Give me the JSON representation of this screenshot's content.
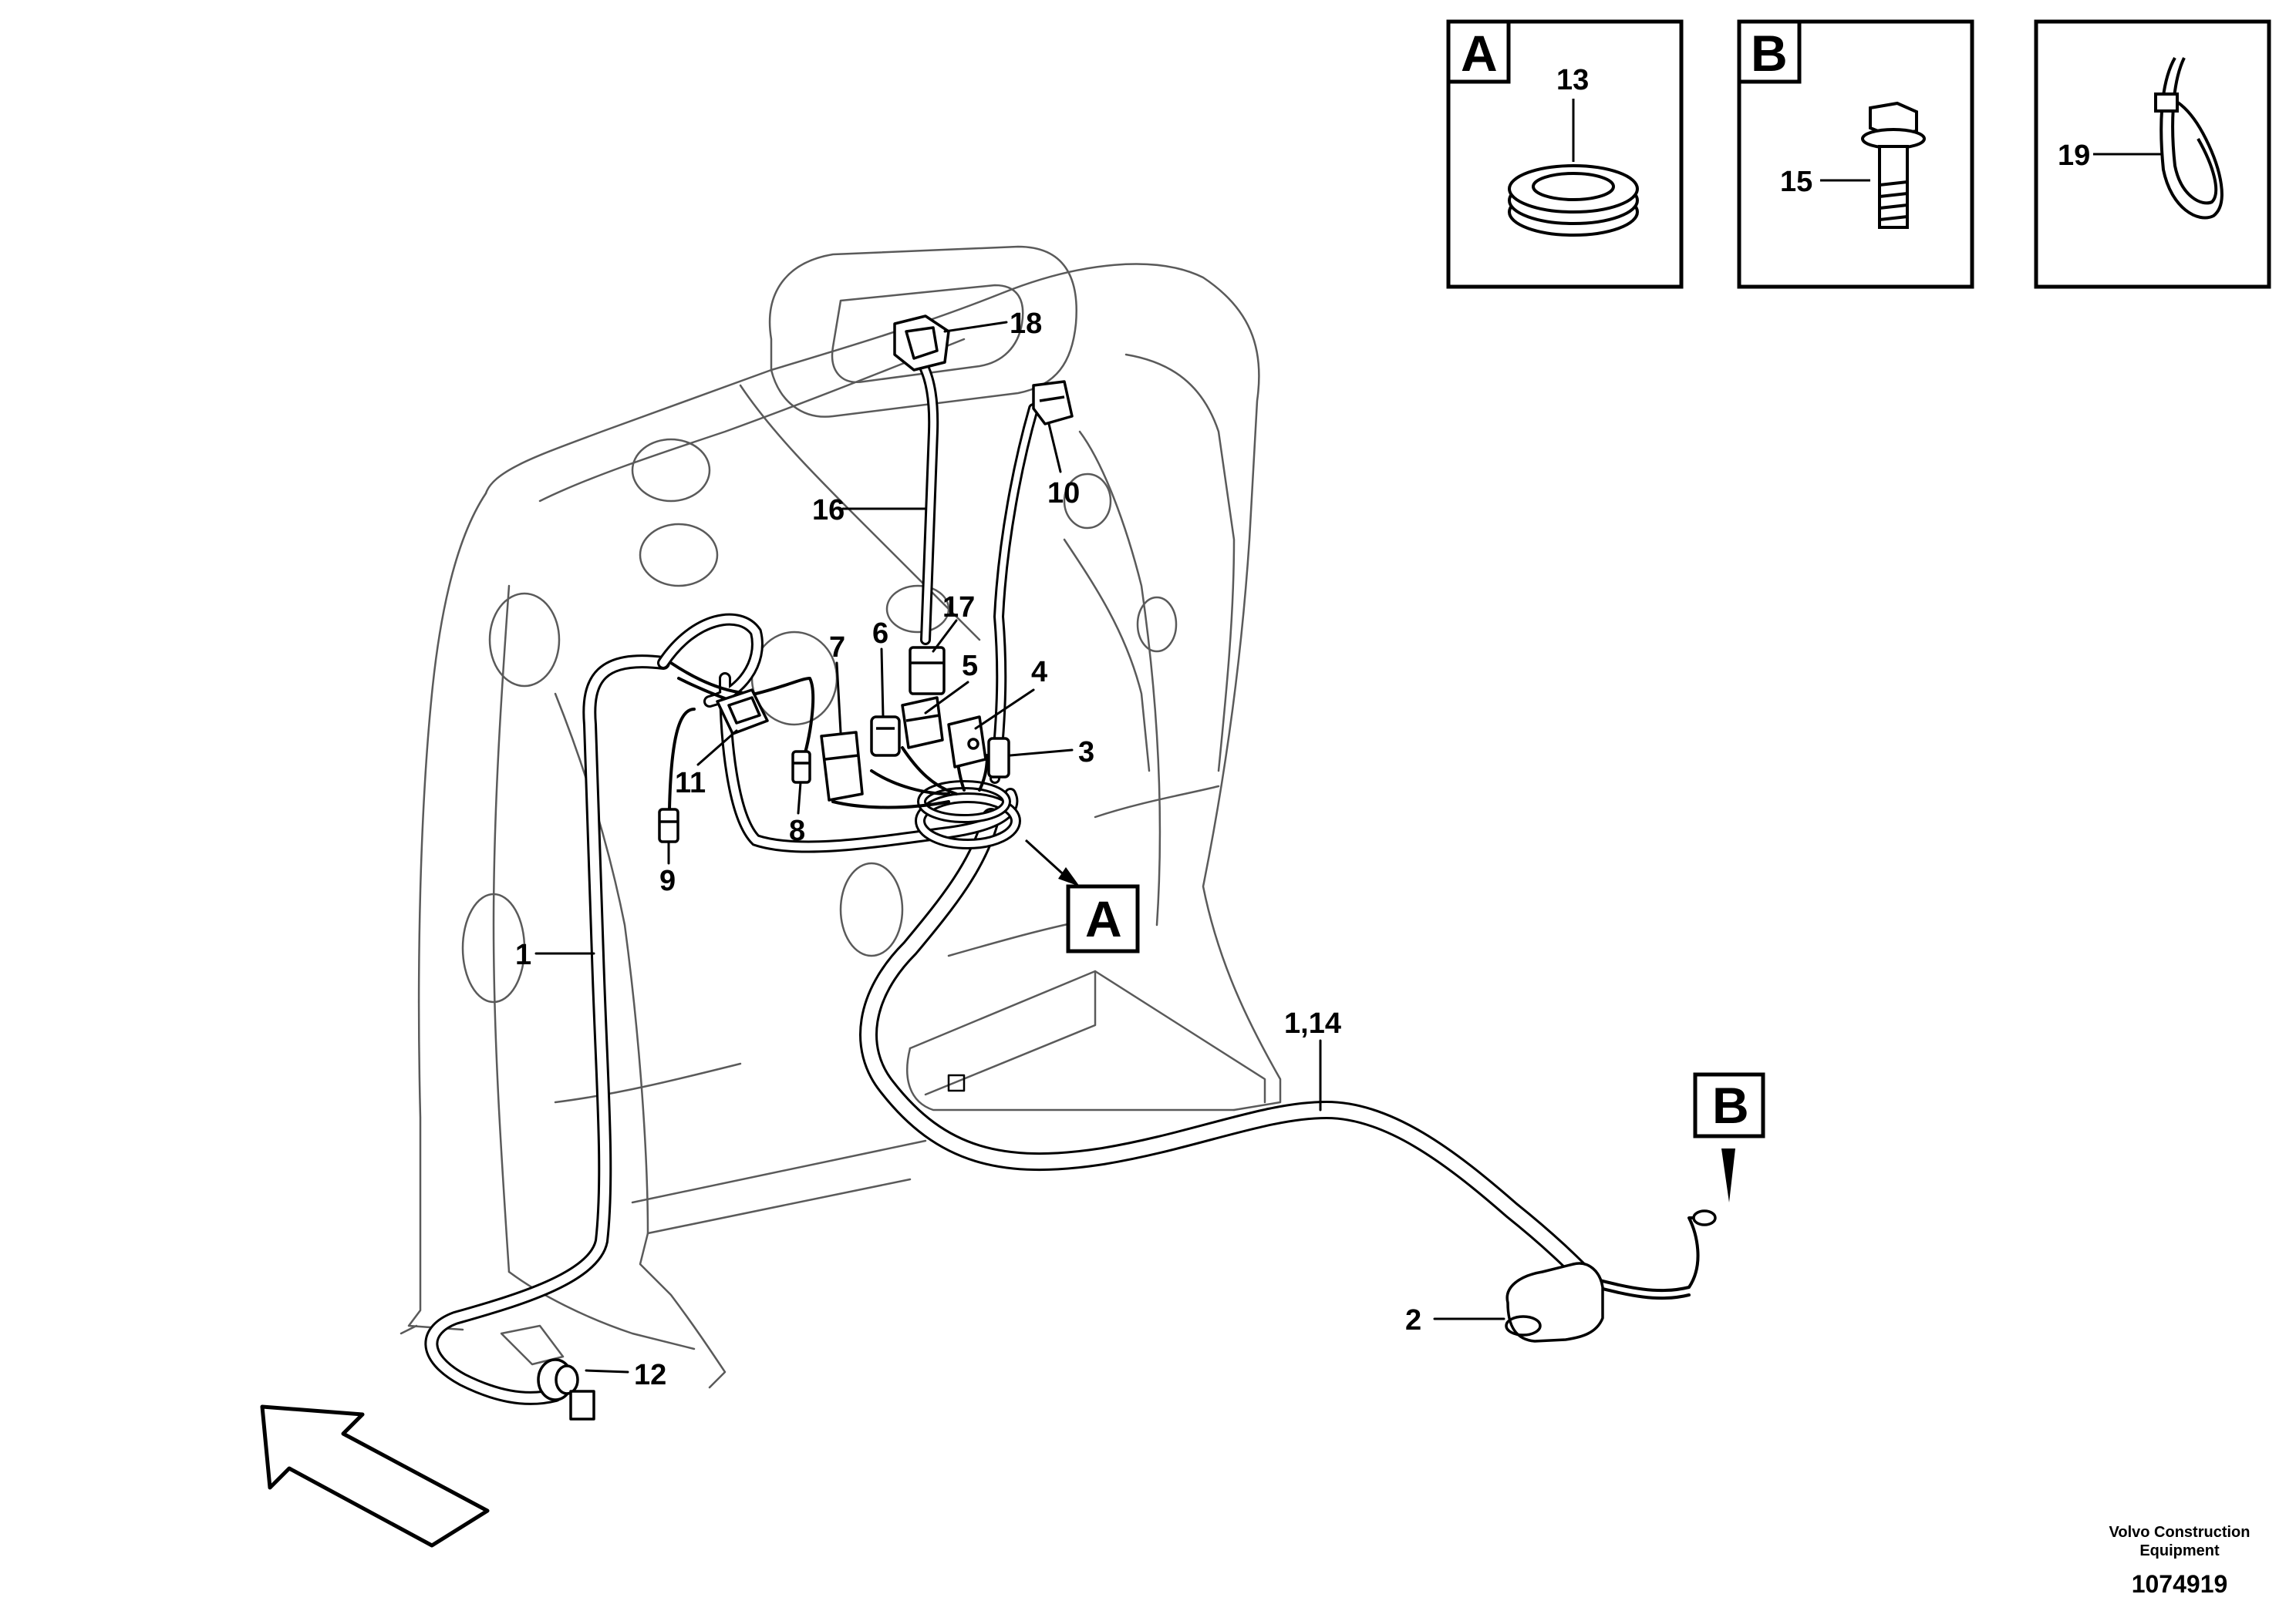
{
  "callouts": {
    "c1": "1",
    "c2": "2",
    "c3": "3",
    "c4": "4",
    "c5": "5",
    "c6": "6",
    "c7": "7",
    "c8": "8",
    "c9": "9",
    "c10": "10",
    "c11": "11",
    "c12": "12",
    "c13": "13",
    "c114": "1,14",
    "c15": "15",
    "c16": "16",
    "c17": "17",
    "c18": "18",
    "c19": "19"
  },
  "detail_boxes": {
    "a_label": "A",
    "b_label": "B"
  },
  "reference_tags": {
    "a": "A",
    "b": "B"
  },
  "footer": {
    "company_line1": "Volvo Construction",
    "company_line2": "Equipment",
    "doc_number": "1074919"
  }
}
